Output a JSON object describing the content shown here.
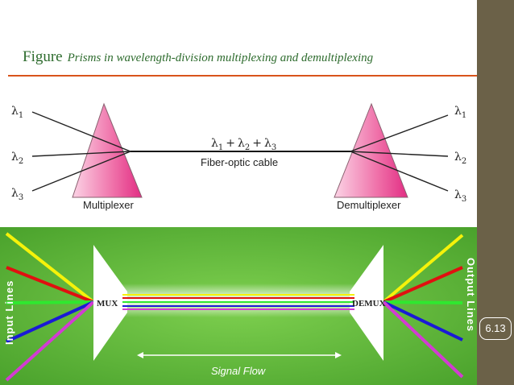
{
  "caption": {
    "lead": "Figure",
    "text": "Prisms in wavelength-division multiplexing and demultiplexing"
  },
  "top_diagram": {
    "lambda_symbol": "λ",
    "left_inputs": [
      "1",
      "2",
      "3"
    ],
    "right_outputs": [
      "1",
      "2",
      "3"
    ],
    "cable_formula": [
      "1",
      "2",
      "3"
    ],
    "plus": "+",
    "cable_label": "Fiber-optic cable",
    "mux_label": "Multiplexer",
    "demux_label": "Demultiplexer"
  },
  "bottom_diagram": {
    "input_label": "Input Lines",
    "output_label": "Output Lines",
    "mux_label": "MUX",
    "demux_label": "DEMUX",
    "flow_label": "Signal Flow",
    "line_colors": [
      "#f5f20a",
      "#e01010",
      "#2fe82f",
      "#1a1ad6",
      "#d23cd2"
    ]
  },
  "page_number": "6.13",
  "colors": {
    "accent_rule": "#d9541b",
    "sidebar": "#6b6148",
    "prism": "#e8468f",
    "bottom_bg": "#5cb83a"
  }
}
